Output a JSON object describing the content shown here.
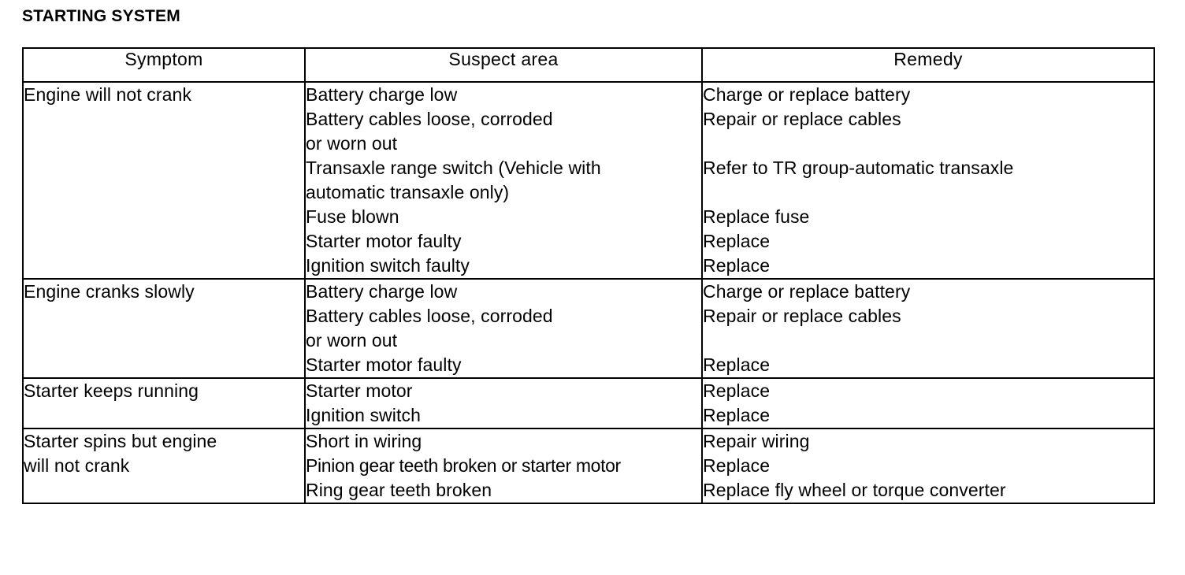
{
  "page": {
    "title": "STARTING SYSTEM"
  },
  "table": {
    "headers": {
      "symptom": "Symptom",
      "suspect": "Suspect area",
      "remedy": "Remedy"
    },
    "rows": [
      {
        "symptom": [
          "Engine will not crank"
        ],
        "suspect": [
          "Battery charge low",
          "Battery cables loose, corroded",
          "or worn out",
          "Transaxle range switch (Vehicle with",
          "automatic transaxle only)",
          "Fuse blown",
          "Starter motor faulty",
          "Ignition switch faulty"
        ],
        "remedy": [
          "Charge or replace battery",
          "Repair or replace cables",
          "",
          "Refer to TR group-automatic transaxle",
          "",
          "Replace fuse",
          "Replace",
          "Replace"
        ]
      },
      {
        "symptom": [
          "Engine cranks slowly"
        ],
        "suspect": [
          "Battery charge low",
          "Battery cables loose, corroded",
          "or worn out",
          "Starter motor faulty"
        ],
        "remedy": [
          "Charge or replace battery",
          "Repair or replace cables",
          "",
          "Replace"
        ]
      },
      {
        "symptom": [
          "Starter keeps running"
        ],
        "suspect": [
          "Starter motor",
          "Ignition switch"
        ],
        "remedy": [
          "Replace",
          "Replace"
        ]
      },
      {
        "symptom": [
          "Starter spins but engine",
          "will not crank"
        ],
        "suspect": [
          "Short in wiring",
          "Pinion gear teeth broken or starter motor",
          "Ring gear teeth broken"
        ],
        "remedy": [
          "Repair wiring",
          "Replace",
          "Replace fly wheel or torque converter"
        ]
      }
    ]
  }
}
